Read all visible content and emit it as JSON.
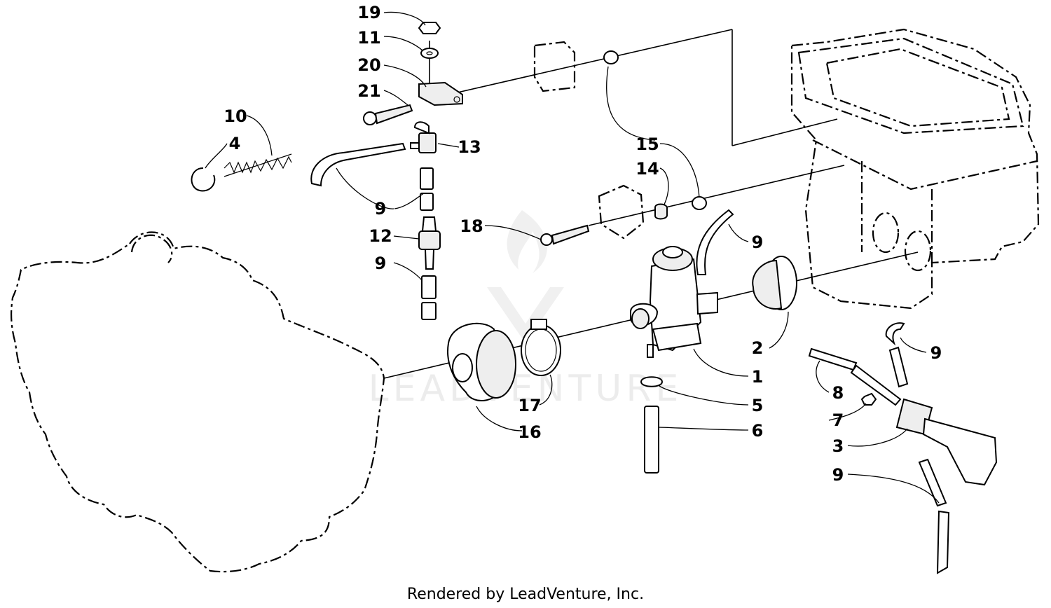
{
  "callouts": {
    "c19": "19",
    "c11": "11",
    "c20": "20",
    "c21": "21",
    "c10": "10",
    "c4": "4",
    "c13": "13",
    "c15": "15",
    "c14": "14",
    "c9a": "9",
    "c18": "18",
    "c12": "12",
    "c9b": "9",
    "c9c": "9",
    "c9d": "9",
    "c2": "2",
    "c1": "1",
    "c8": "8",
    "c5": "5",
    "c7": "7",
    "c6": "6",
    "c3": "3",
    "c9e": "9",
    "c16": "16",
    "c17": "17"
  },
  "watermark": "LEADVENTURE",
  "footer": "Rendered by LeadVenture, Inc."
}
